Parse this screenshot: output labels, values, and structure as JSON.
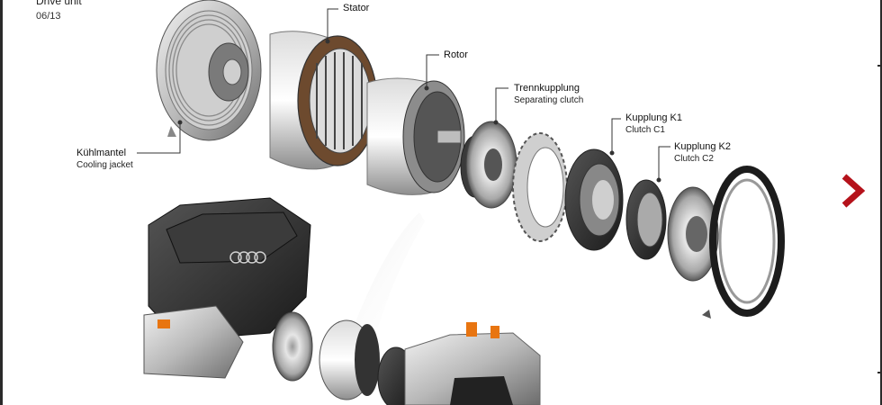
{
  "header": {
    "title": "Drive unit",
    "page": "06/13"
  },
  "labels": {
    "stator": "Stator",
    "rotor": "Rotor",
    "separating_de": "Trennkupplung",
    "separating_en": "Separating clutch",
    "k1_de": "Kupplung K1",
    "k1_en": "Clutch C1",
    "k2_de": "Kupplung K2",
    "k2_en": "Clutch C2",
    "cooling_de": "Kühlmantel",
    "cooling_en": "Cooling jacket"
  },
  "colors": {
    "accent_red": "#b5121b",
    "leader": "#333333"
  },
  "icons": {
    "next": "chevron-right-icon"
  }
}
